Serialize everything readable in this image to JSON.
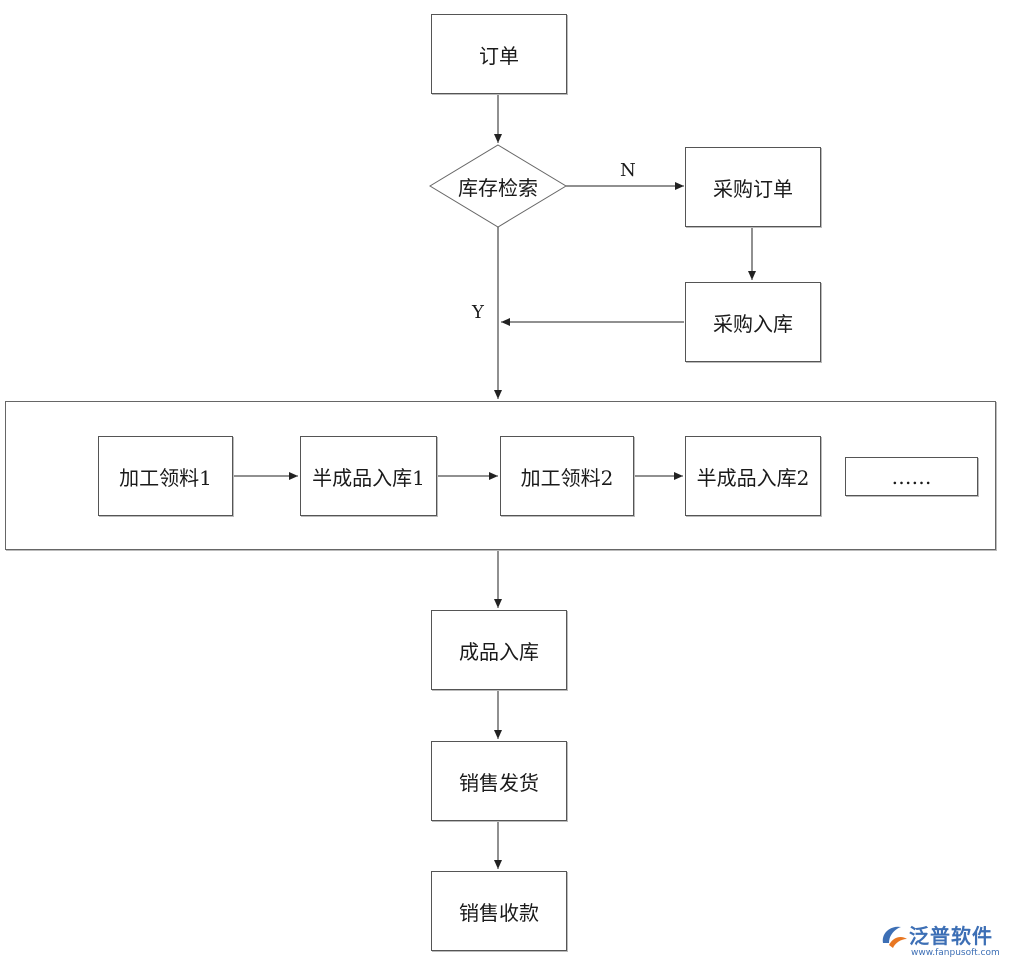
{
  "nodes": {
    "order": "订单",
    "inventory_check": "库存检索",
    "purchase_order": "采购订单",
    "purchase_inbound": "采购入库",
    "process_material_1": "加工领料1",
    "semi_finished_inbound_1": "半成品入库1",
    "process_material_2": "加工领料2",
    "semi_finished_inbound_2": "半成品入库2",
    "ellipsis": "……",
    "finished_inbound": "成品入库",
    "sales_delivery": "销售发货",
    "sales_collection": "销售收款"
  },
  "branch_labels": {
    "no": "N",
    "yes": "Y"
  },
  "watermark": {
    "name": "泛普软件",
    "url": "www.fanpusoft.com",
    "logo_color": "#3d6fb5",
    "logo_accent": "#e87722"
  }
}
